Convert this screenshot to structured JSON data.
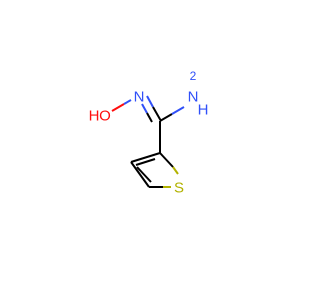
{
  "molecule": {
    "atoms": {
      "hydroxyl_oxygen": {
        "text": "O",
        "color": "#ff0d0d"
      },
      "hydroxyl_hydrogen": {
        "text": "H",
        "color": "#ff0d0d"
      },
      "imine_nitrogen": {
        "text": "N",
        "color": "#3050f8"
      },
      "amine_nitrogen": {
        "text": "N",
        "color": "#3050f8"
      },
      "amine_hydrogen": {
        "text": "H",
        "color": "#3050f8"
      },
      "amine_hydrogen_count": {
        "text": "2",
        "color": "#3050f8"
      },
      "sulfur": {
        "text": "S",
        "color": "#b2b200"
      }
    },
    "colors": {
      "carbon_bond": "#000000",
      "oxygen": "#ff0d0d",
      "nitrogen": "#3050f8",
      "sulfur": "#b2b200"
    }
  }
}
